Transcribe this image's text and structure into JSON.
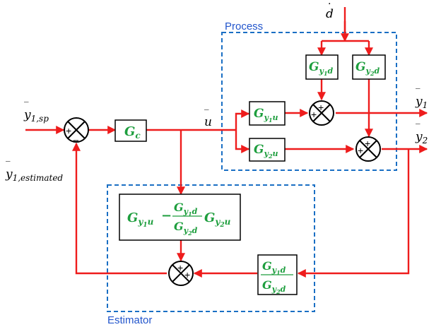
{
  "colors": {
    "signal": "#ee1c1c",
    "transfer": "#1e9e3e",
    "group_border": "#1a6fc4",
    "group_label": "#2255cc",
    "text": "#000000"
  },
  "groups": {
    "process": {
      "label": "Process"
    },
    "estimator": {
      "label": "Estimator"
    }
  },
  "signals": {
    "disturbance": {
      "base": "d",
      "accent": "·"
    },
    "input_u": {
      "base": "u",
      "accent": "‾"
    },
    "setpoint": {
      "base": "y",
      "accent": "‾",
      "sub": "1,sp"
    },
    "y1_out": {
      "base": "y",
      "accent": "‾",
      "sub": "1"
    },
    "y2_out": {
      "base": "y",
      "accent": "‾",
      "sub": "2"
    },
    "y1_est": {
      "base": "y",
      "accent": "‾",
      "sub": "1,estimated"
    }
  },
  "blocks": {
    "gc": {
      "base": "G",
      "sub": "c"
    },
    "gy1d": {
      "base": "G",
      "sub": "y",
      "subsub": "1",
      "tail": "d"
    },
    "gy2d": {
      "base": "G",
      "sub": "y",
      "subsub": "2",
      "tail": "d"
    },
    "gy1u": {
      "base": "G",
      "sub": "y",
      "subsub": "1",
      "tail": "u"
    },
    "gy2u": {
      "base": "G",
      "sub": "y",
      "subsub": "2",
      "tail": "u"
    },
    "estimator_expr": {
      "term1": {
        "base": "G",
        "sub": "y",
        "subsub": "1",
        "tail": "u"
      },
      "op": "−",
      "num": {
        "base": "G",
        "sub": "y",
        "subsub": "1",
        "tail": "d"
      },
      "den": {
        "base": "G",
        "sub": "y",
        "subsub": "2",
        "tail": "d"
      },
      "term2": {
        "base": "G",
        "sub": "y",
        "subsub": "2",
        "tail": "u"
      }
    },
    "ratio": {
      "num": {
        "base": "G",
        "sub": "y",
        "subsub": "1",
        "tail": "d"
      },
      "den": {
        "base": "G",
        "sub": "y",
        "subsub": "2",
        "tail": "d"
      }
    }
  },
  "summers": {
    "main": {
      "signs": [
        "+",
        "−"
      ]
    },
    "y1": {
      "signs": [
        "+",
        "+"
      ]
    },
    "y2": {
      "signs": [
        "+",
        "+"
      ]
    },
    "est": {
      "signs": [
        "+",
        "+"
      ]
    }
  }
}
